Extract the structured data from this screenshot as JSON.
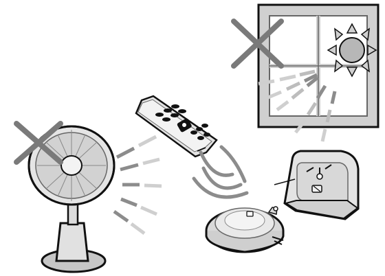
{
  "items": [
    "fan",
    "sunlit-window",
    "remote-control",
    "charging-base",
    "robot-vacuum"
  ],
  "prohibited_items": [
    "fan",
    "sunlit-window"
  ],
  "colors": {
    "outline": "#111111",
    "light_gray": "#e7e7e7",
    "mid_gray": "#bdbdbd",
    "dark_gray": "#8c8c8c",
    "cross": "#7a7a7a",
    "indicator_light": "#ffffff"
  }
}
